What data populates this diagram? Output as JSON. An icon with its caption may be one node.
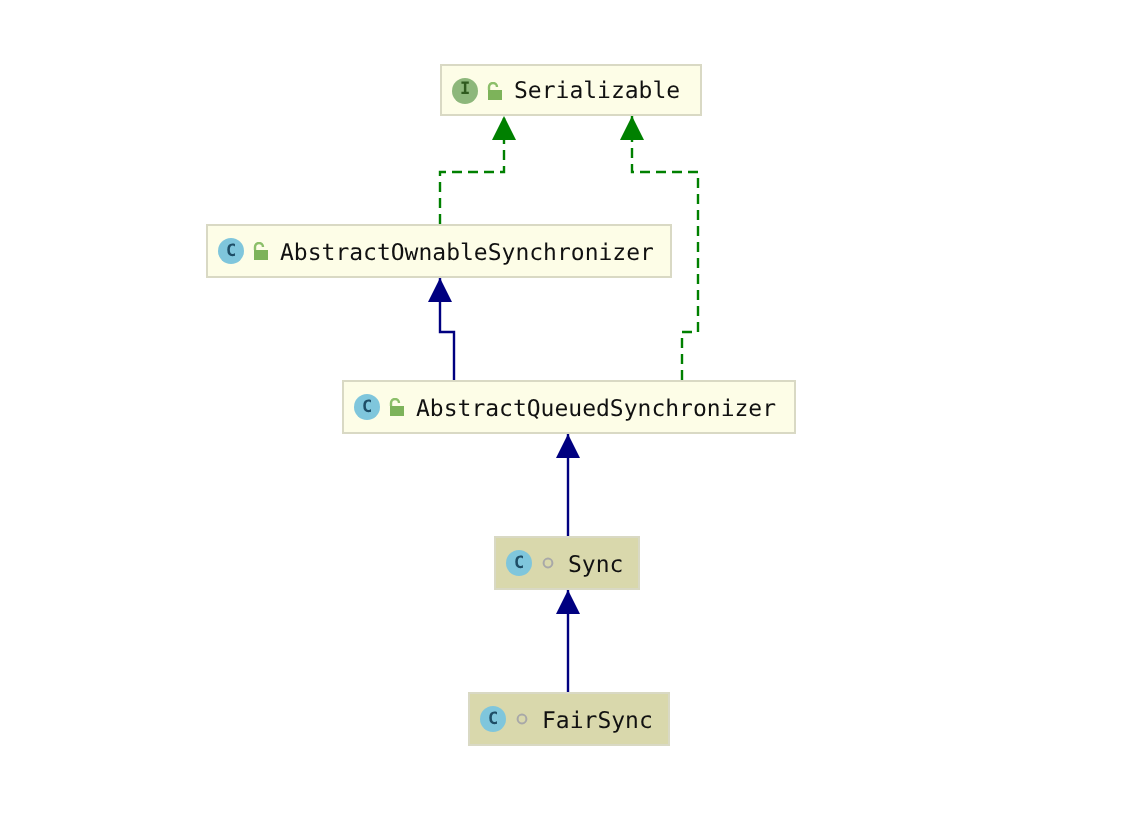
{
  "diagram": {
    "nodes": [
      {
        "text": [
          "I",
          "Serializable"
        ]
      },
      {
        "text": [
          "C",
          "AbstractOwnableSynchronizer"
        ]
      },
      {
        "text": [
          "C",
          "AbstractQueuedSynchronizer"
        ]
      },
      {
        "text": [
          "C",
          "Sync"
        ]
      },
      {
        "text": [
          "C",
          "FairSync"
        ]
      }
    ],
    "edges": [
      {
        "from": 1,
        "to": 0,
        "arrow": "to",
        "style": "dashed",
        "color": "#008000"
      },
      {
        "from": 2,
        "to": 0,
        "arrow": "to",
        "style": "dashed",
        "color": "#008000"
      },
      {
        "from": 2,
        "to": 1,
        "arrow": "to"
      },
      {
        "from": 3,
        "to": 2,
        "arrow": "to"
      },
      {
        "from": 4,
        "to": 3,
        "arrow": "to"
      }
    ]
  }
}
